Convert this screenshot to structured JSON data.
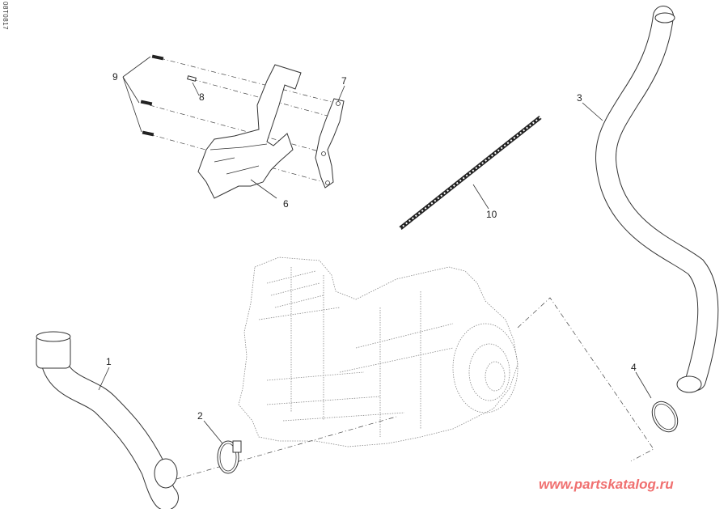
{
  "diagram": {
    "drawing_code": "08T0817",
    "watermark": "www.partskatalog.ru",
    "callouts": [
      {
        "id": "1",
        "label": "1",
        "part": "lower hose/duct"
      },
      {
        "id": "2",
        "label": "2",
        "part": "hose clamp"
      },
      {
        "id": "3",
        "label": "3",
        "part": "upper hose/duct"
      },
      {
        "id": "4",
        "label": "4",
        "part": "hose clamp"
      },
      {
        "id": "6",
        "label": "6",
        "part": "guard / cover"
      },
      {
        "id": "7",
        "label": "7",
        "part": "bracket"
      },
      {
        "id": "8",
        "label": "8",
        "part": "pin"
      },
      {
        "id": "9",
        "label": "9",
        "part": "screws (x3)"
      },
      {
        "id": "10",
        "label": "10",
        "part": "chain / strip"
      }
    ]
  }
}
